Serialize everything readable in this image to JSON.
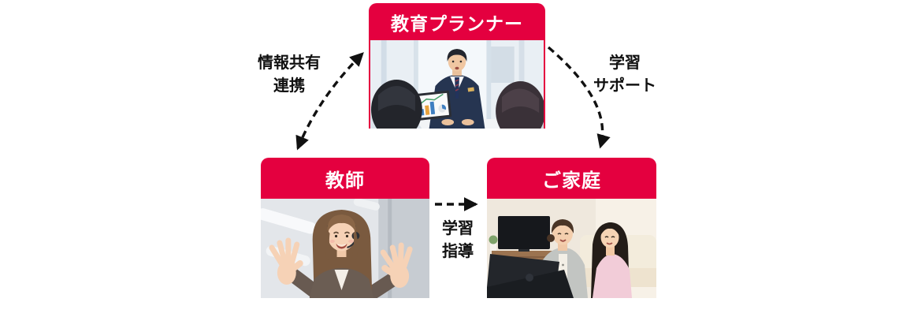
{
  "diagram": {
    "colors": {
      "header_red": "#E4003F",
      "arrow_black": "#111111",
      "background": "#FFFFFF"
    },
    "nodes": [
      {
        "id": "planner",
        "title": "教育プランナー",
        "photo_alt": "スーツ姿の教育プランナーが机越しに2人と面談している写真"
      },
      {
        "id": "teacher",
        "title": "教師",
        "photo_alt": "ヘッドセットを着けて両手を広げる笑顔の女性教師の写真"
      },
      {
        "id": "family",
        "title": "ご家庭",
        "photo_alt": "リビングでノートパソコンを見ながら微笑む母と娘の写真"
      }
    ],
    "connections": [
      {
        "from": "教師",
        "to": "教育プランナー",
        "direction": "両方向",
        "line_style": "破線",
        "label_lines": [
          "情報共有",
          "連携"
        ]
      },
      {
        "from": "教育プランナー",
        "to": "ご家庭",
        "direction": "一方向",
        "line_style": "破線",
        "label_lines": [
          "学習",
          "サポート"
        ]
      },
      {
        "from": "教師",
        "to": "ご家庭",
        "direction": "一方向",
        "line_style": "破線",
        "label_lines": [
          "学習",
          "指導"
        ]
      }
    ]
  }
}
